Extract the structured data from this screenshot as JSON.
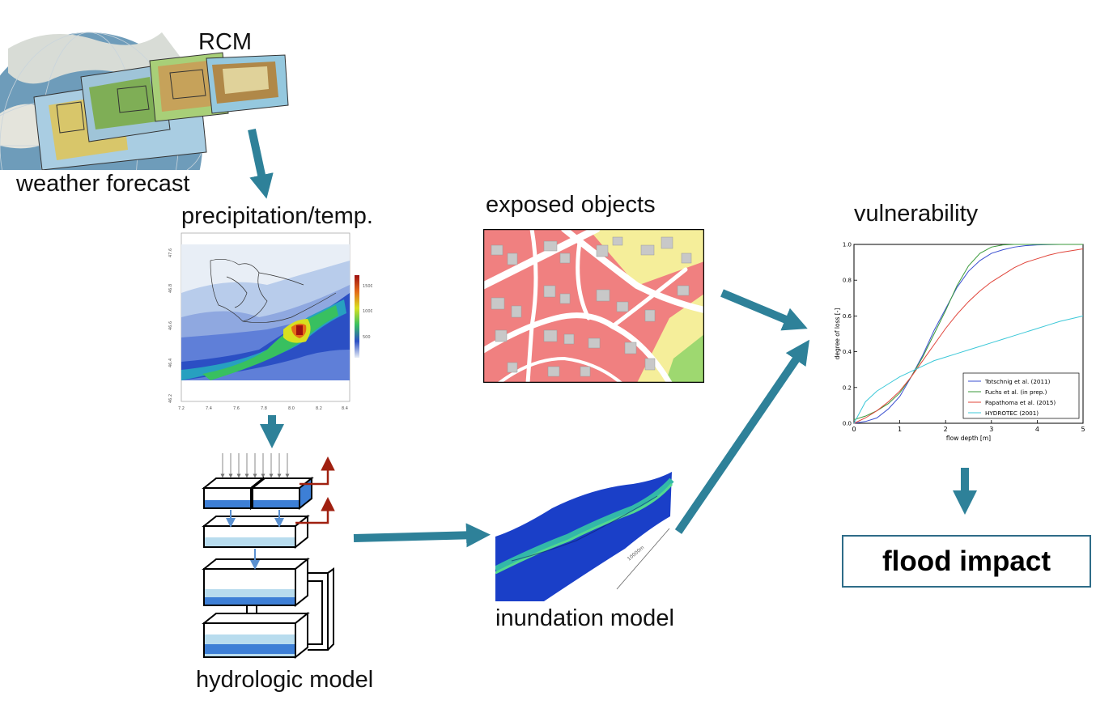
{
  "labels": {
    "rcm": "RCM",
    "weather_forecast": "weather forecast",
    "precipitation": "precipitation/temp.",
    "exposed_objects": "exposed objects",
    "vulnerability": "vulnerability",
    "inundation_model": "inundation model",
    "hydrologic_model": "hydrologic model",
    "flood_impact": "flood impact"
  },
  "precip_map": {
    "y_ticks": [
      "47.6",
      "46.8",
      "46.6",
      "46.4",
      "46.2"
    ],
    "x_ticks": [
      "7.2",
      "7.4",
      "7.6",
      "7.8",
      "8.0",
      "8.2",
      "8.4"
    ],
    "colorbar_ticks": [
      "1500",
      "1000",
      "500"
    ]
  },
  "inundation_scale": "10000m",
  "colors": {
    "arrow": "#2e8199",
    "box_border": "#2e6c88",
    "runoff_arrow": "#a02010"
  },
  "chart_data": {
    "type": "line",
    "xlabel": "flow depth [m]",
    "ylabel": "degree of loss [-]",
    "xlim": [
      0,
      5
    ],
    "ylim": [
      0,
      1
    ],
    "x_ticks": [
      0,
      1,
      2,
      3,
      4,
      5
    ],
    "y_ticks": [
      0.0,
      0.2,
      0.4,
      0.6,
      0.8,
      1.0
    ],
    "y_tick_labels": [
      "0.0",
      "0.2",
      "0.4",
      "0.6",
      "0.8",
      "1.0"
    ],
    "legend_position": "bottom-right",
    "x": [
      0,
      0.25,
      0.5,
      0.75,
      1.0,
      1.25,
      1.5,
      1.75,
      2.0,
      2.25,
      2.5,
      2.75,
      3.0,
      3.25,
      3.5,
      3.75,
      4.0,
      4.25,
      4.5,
      4.75,
      5.0
    ],
    "series": [
      {
        "name": "Totschnig et al. (2011)",
        "color": "#3a4fd0",
        "values": [
          0.0,
          0.01,
          0.03,
          0.08,
          0.15,
          0.26,
          0.38,
          0.52,
          0.64,
          0.76,
          0.85,
          0.91,
          0.95,
          0.97,
          0.985,
          0.993,
          0.997,
          0.999,
          1.0,
          1.0,
          1.0
        ]
      },
      {
        "name": "Fuchs et al. (in prep.)",
        "color": "#3a9a3a",
        "values": [
          0.02,
          0.04,
          0.07,
          0.11,
          0.17,
          0.26,
          0.37,
          0.5,
          0.63,
          0.77,
          0.88,
          0.95,
          0.985,
          0.997,
          1.0,
          1.0,
          1.0,
          1.0,
          1.0,
          1.0,
          1.0
        ]
      },
      {
        "name": "Papathoma et al. (2015)",
        "color": "#e0443a",
        "values": [
          0.0,
          0.03,
          0.07,
          0.12,
          0.18,
          0.26,
          0.35,
          0.44,
          0.53,
          0.61,
          0.68,
          0.74,
          0.79,
          0.83,
          0.87,
          0.9,
          0.92,
          0.94,
          0.955,
          0.965,
          0.975
        ]
      },
      {
        "name": "HYDROTEC (2001)",
        "color": "#3cc8d8",
        "values": [
          0.0,
          0.12,
          0.18,
          0.22,
          0.26,
          0.29,
          0.32,
          0.35,
          0.37,
          0.39,
          0.41,
          0.43,
          0.45,
          0.47,
          0.49,
          0.51,
          0.53,
          0.55,
          0.57,
          0.585,
          0.6
        ]
      }
    ]
  }
}
